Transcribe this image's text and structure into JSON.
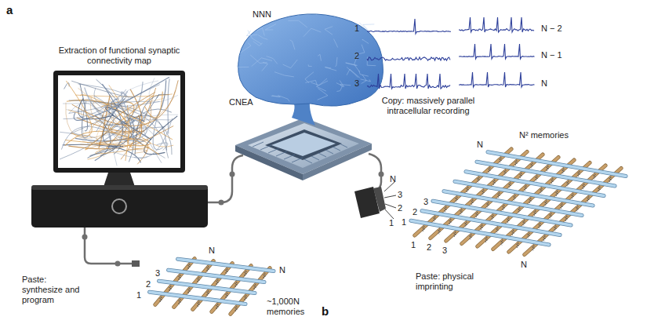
{
  "diagram": {
    "labels": [
      "a",
      "NNN",
      "CNEA",
      "Extraction of functional synaptic connectivity map",
      "1",
      "2",
      "3",
      "N − 2",
      "N − 1",
      "N",
      "Copy: massively parallel intracellular recording",
      "N",
      "N² memories",
      "3",
      "2",
      "1",
      "1",
      "2",
      "3",
      "N",
      "Paste: physical imprinting",
      "N",
      "3",
      "2",
      "1",
      "N",
      "N",
      "3",
      "2",
      "1",
      "~1,000N memories",
      "Paste: synthesize and program",
      "b"
    ]
  }
}
